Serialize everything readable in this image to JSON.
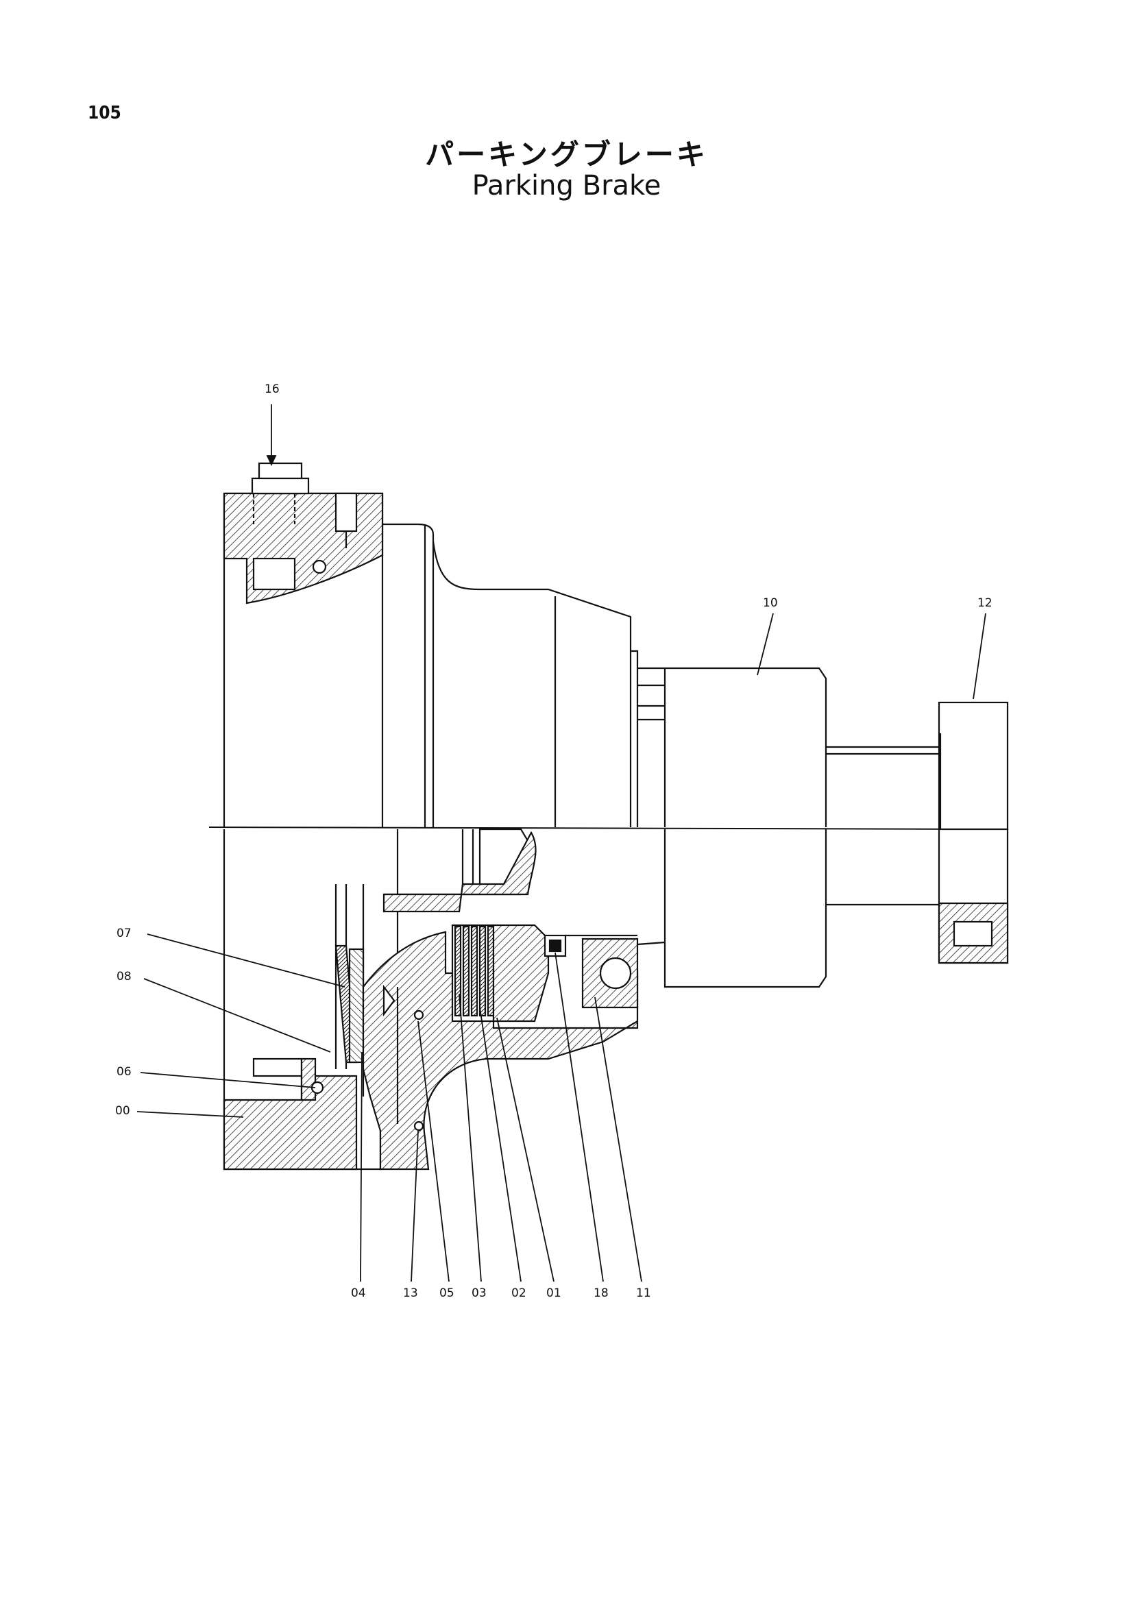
{
  "page_number": "105",
  "title_jp": "パーキングブレーキ",
  "title_en": "Parking Brake",
  "part_labels": {
    "p16": "16",
    "p10": "10",
    "p12": "12",
    "p07": "07",
    "p08": "08",
    "p06": "06",
    "p00": "00",
    "p04": "04",
    "p13": "13",
    "p05": "05",
    "p03": "03",
    "p02": "02",
    "p01": "01",
    "p18": "18",
    "p11": "11"
  }
}
